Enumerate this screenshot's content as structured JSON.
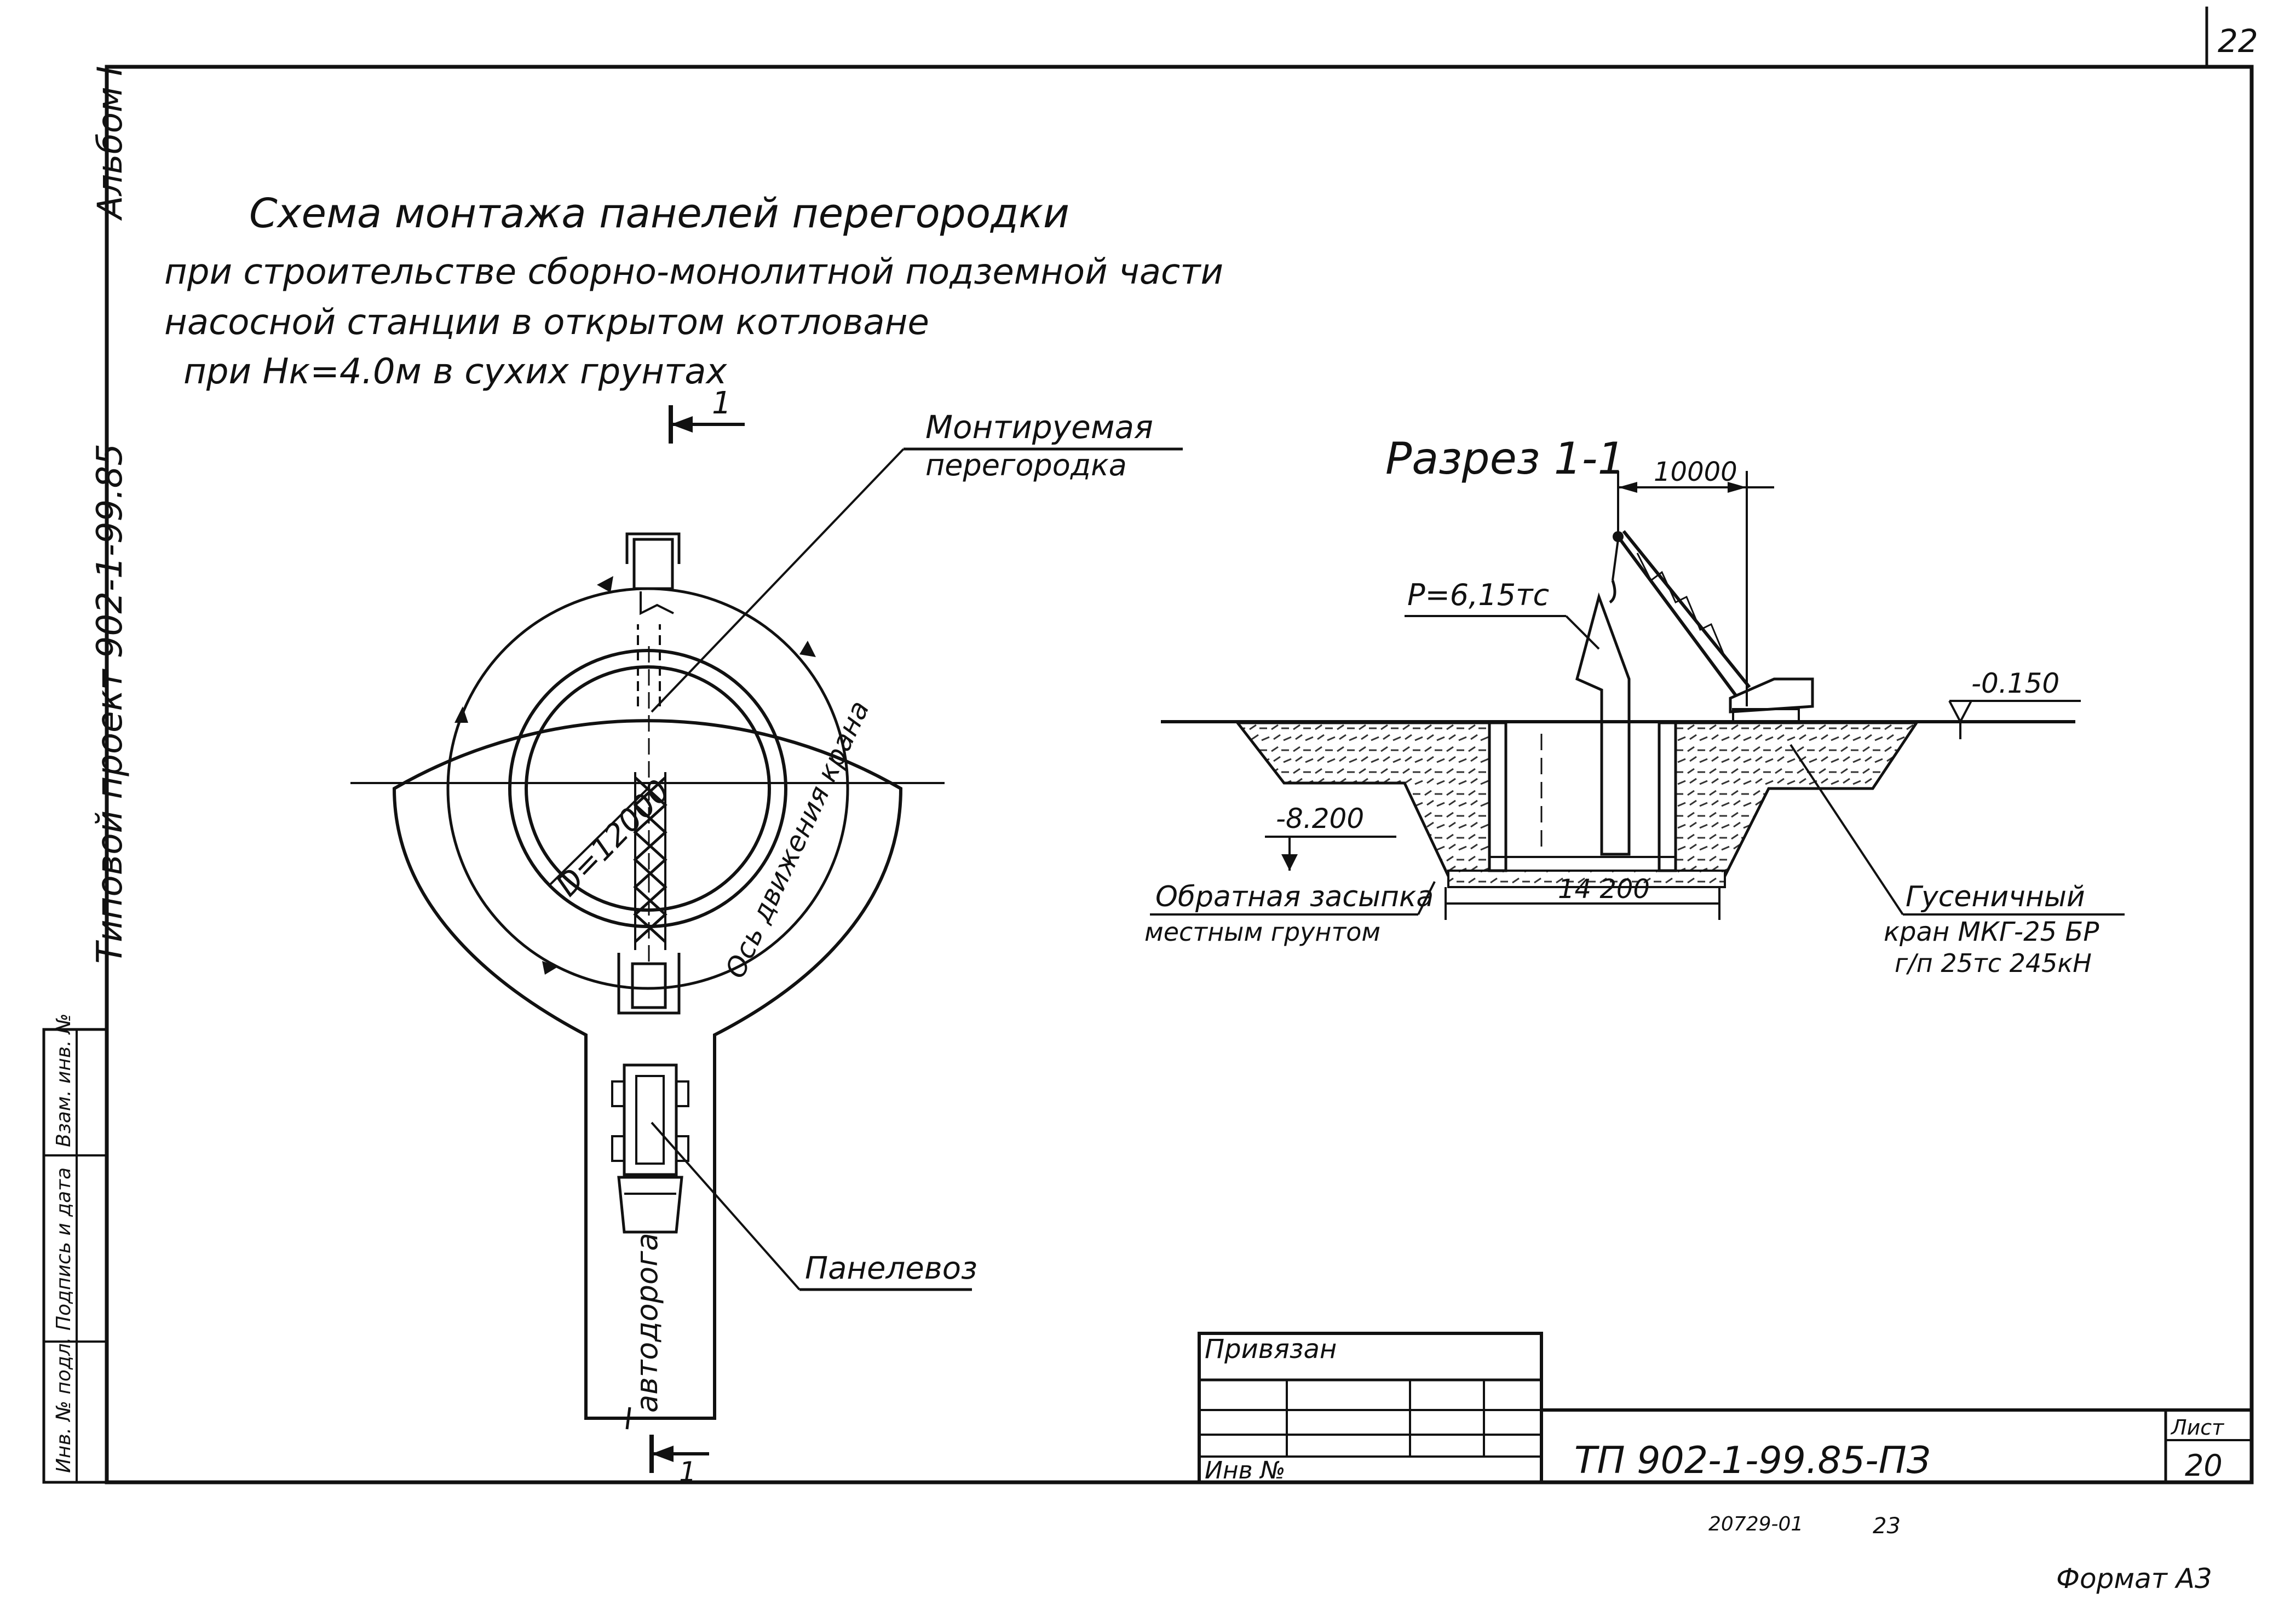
{
  "sheet_corner_number": "22",
  "margin": {
    "album": "Альбом I",
    "project": "Типовой проект 902-1-99.85"
  },
  "side_stamp": {
    "cells": [
      "Инв. № подл.",
      "Подпись и дата",
      "Взам. инв. №"
    ]
  },
  "title": {
    "line1": "Схема монтажа панелей перегородки",
    "line2": "при строительстве сборно-монолитной подземной части",
    "line3": "насосной станции в открытом котловане",
    "line4": "при Нк=4.0м в сухих грунтах"
  },
  "plan": {
    "section_mark": "1",
    "diameter_label": "D=12000",
    "crane_axis_label": "Ось движения крана",
    "road_label": "автодорога",
    "partition_label_1": "Монтируемая",
    "partition_label_2": "перегородка",
    "transporter_label": "Панелевоз"
  },
  "section": {
    "title": "Разрез 1-1",
    "reach_dim": "10000",
    "load_label": "Р=6,15тс",
    "ground_level": "-0.150",
    "bottom_level": "-8.200",
    "pit_width": "14 200",
    "backfill_1": "Обратная засыпка",
    "backfill_2": "местным грунтом",
    "crane_1": "Гусеничный",
    "crane_2": "кран МКГ-25 БР",
    "crane_3": "г/п 25тс 245кН"
  },
  "title_block": {
    "privyazan": "Привязан",
    "inv_no": "Инв №",
    "code": "ТП 902-1-99.85-ПЗ",
    "list_label": "Лист",
    "list_no": "20"
  },
  "footer": {
    "order": "20729-01",
    "page": "23",
    "format": "Формат А3"
  }
}
